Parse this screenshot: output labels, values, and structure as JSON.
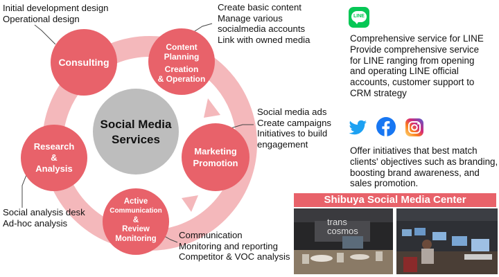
{
  "center": {
    "line1": "Social Media",
    "line2": "Services"
  },
  "nodes": {
    "consulting": [
      "Consulting"
    ],
    "content": [
      "Content",
      "Planning",
      "Creation",
      "& Operation"
    ],
    "marketing": [
      "Marketing",
      "Promotion"
    ],
    "active": [
      "Active",
      "Communication",
      "&",
      "Review",
      "Monitoring"
    ],
    "research": [
      "Research",
      "&",
      "Analysis"
    ]
  },
  "notes": {
    "consulting": [
      "Initial development design",
      "Operational design"
    ],
    "content": [
      "Create basic content",
      "Manage various",
      "socialmedia accounts",
      "Link with owned media"
    ],
    "marketing": [
      "Social media ads",
      "Create campaigns",
      "Initiatives to build",
      "engagement"
    ],
    "active": [
      "Communication",
      "Monitoring and reporting",
      "Competitor & VOC analysis"
    ],
    "research": [
      "Social analysis desk",
      "Ad-hoc analysis"
    ]
  },
  "line_section": {
    "icon_text": "LINE",
    "lines": [
      "Comprehensive service for LINE",
      "Provide comprehensive service",
      "for LINE ranging from opening",
      "and operating LINE official",
      "accounts, customer support to",
      "CRM strategy"
    ]
  },
  "social_section": {
    "icons": [
      "twitter-icon",
      "facebook-icon",
      "instagram-icon"
    ],
    "lines": [
      "Offer initiatives that best match",
      "clients' objectives such as branding,",
      "boosting brand awareness, and",
      "sales promotion."
    ]
  },
  "banner": {
    "title": "Shibuya Social Media Center"
  },
  "photo": {
    "sign_line1": "trans",
    "sign_line2": "cosmos"
  },
  "colors": {
    "node": "#e8626a",
    "ring": "#f4b8bb",
    "center": "#bdbdbd",
    "line_green": "#06c755",
    "twitter": "#1da1f2",
    "facebook": "#1877f2",
    "instagram": "#d62976"
  }
}
